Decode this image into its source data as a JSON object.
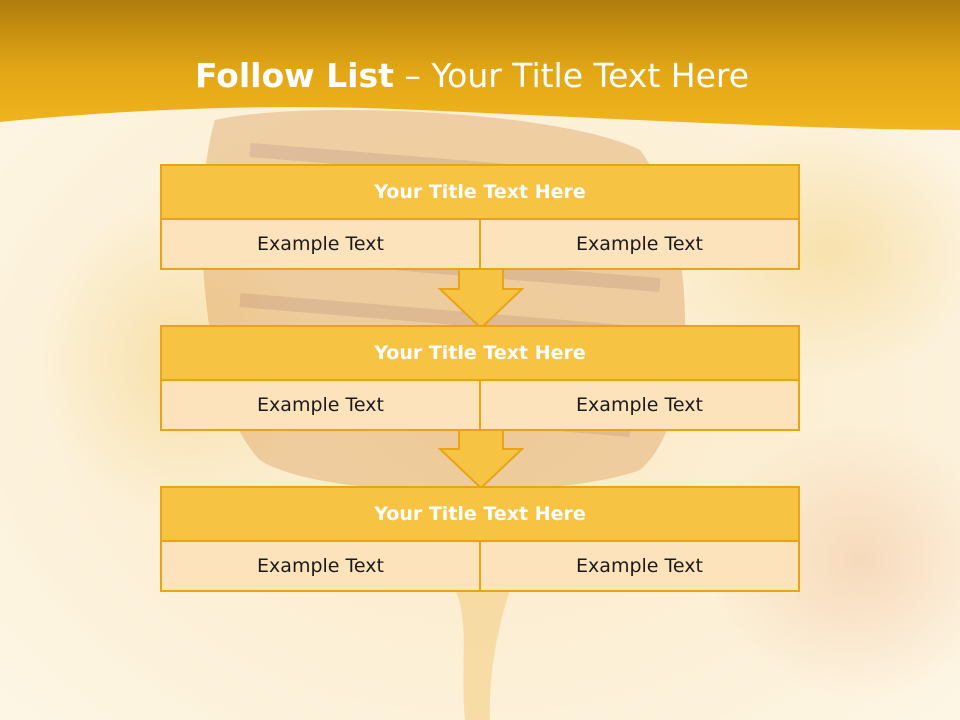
{
  "slide": {
    "title_strong": "Follow List",
    "title_separator": "–",
    "title_rest": "Your Title Text Here"
  },
  "blocks": [
    {
      "title": "Your Title Text Here",
      "left": "Example Text",
      "right": "Example Text"
    },
    {
      "title": "Your Title Text Here",
      "left": "Example Text",
      "right": "Example Text"
    },
    {
      "title": "Your Title Text Here",
      "left": "Example Text",
      "right": "Example Text"
    }
  ],
  "colors": {
    "header": "#e8a414",
    "block_title_fill": "#f7c342",
    "cell_fill": "#fde3bc",
    "border": "#e8a414"
  },
  "icons": [
    "down-arrow-icon",
    "down-arrow-icon"
  ]
}
